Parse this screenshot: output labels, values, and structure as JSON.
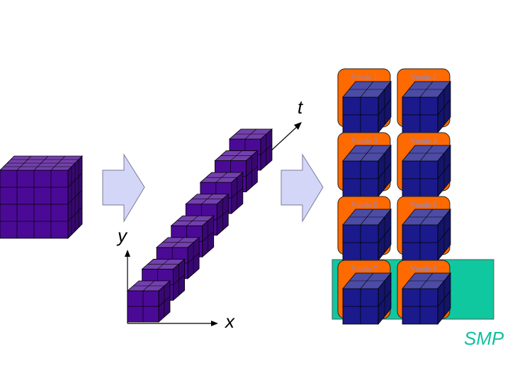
{
  "axes": {
    "x": "x",
    "y": "y",
    "t": "t"
  },
  "vnodes": [
    "Vnode 1",
    "Vnode 2",
    "Vnode 3",
    "Vnode 4",
    "Vnode 5",
    "Vnode 6",
    "Vnode 7",
    "Vnode 8"
  ],
  "smp_label": "SMP",
  "colors": {
    "cube_purple": "#4b0a96",
    "cube_navy": "#1a1a8c",
    "vnode_orange": "#ff6a00",
    "smp_green": "#10c8a0",
    "arrow_fill": "#d4d6f8"
  }
}
